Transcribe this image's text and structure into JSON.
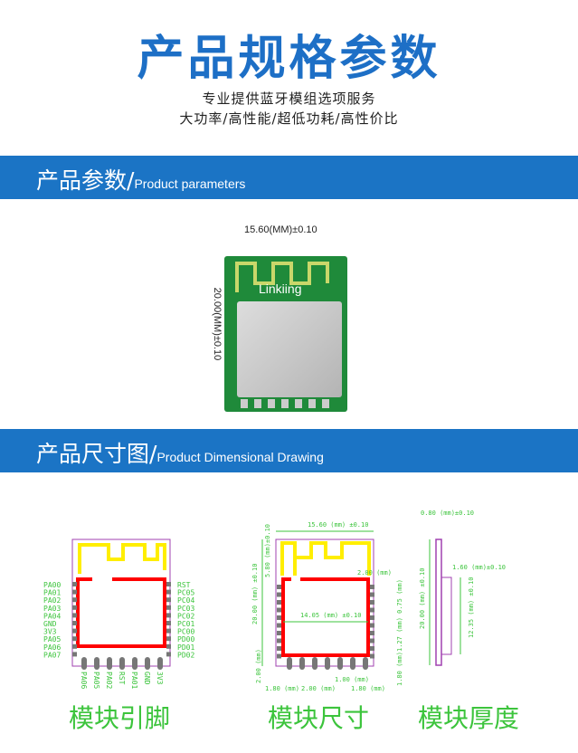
{
  "header": {
    "title": "产品规格参数",
    "line1": "专业提供蓝牙模组选项服务",
    "line2": "大功率/高性能/超低功耗/高性价比"
  },
  "section1": {
    "cn": "产品参数",
    "sep": "/",
    "en": "Product parameters"
  },
  "module": {
    "width_label": "15.60(MM)±0.10",
    "height_label": "20.00(MM)±0.10",
    "brand": "Linkiing"
  },
  "section2": {
    "cn": "产品尺寸图",
    "sep": "/",
    "en": "Product Dimensional Drawing"
  },
  "pinout": {
    "left": [
      "PA00",
      "PA01",
      "PA02",
      "PA03",
      "PA04",
      "GND",
      "3V3",
      "PA05",
      "PA06",
      "PA07"
    ],
    "right": [
      "RST",
      "PC05",
      "PC04",
      "PC03",
      "PC02",
      "PC01",
      "PC00",
      "PD00",
      "PD01",
      "PD02"
    ],
    "bottom": [
      "PA06",
      "PA05",
      "PA02",
      "RST",
      "PA01",
      "GND",
      "3V3"
    ],
    "caption": "模块引脚"
  },
  "dimensions": {
    "width": "15.60 (mm) ±0.10",
    "antenna": "5.80 (mm)±0.10",
    "height": "20.00 (mm) ±0.10",
    "edge": "2.00 (mm)",
    "inner": "14.05 (mm) ±0.10",
    "pitch_top": "0.75 (mm)",
    "pitch": "1.27 (mm)",
    "bottom_gap": "1.80 (mm)",
    "left_margin": "1.80 (mm)",
    "pin_spacing": "2.00 (mm)",
    "pad": "1.00 (mm)",
    "right_margin": "1.80 (mm)",
    "bottom_edge": "2.00 (mm)",
    "caption": "模块尺寸"
  },
  "thickness": {
    "board": "0.80 (mm)±0.10",
    "shield": "1.60 (mm)±0.10",
    "height": "20.00 (mm) ±0.10",
    "shield_height": "12.35 (mm) ±0.10",
    "caption": "模块厚度"
  },
  "colors": {
    "brand": "#1d6fc6",
    "banner": "#1b74c5",
    "dim": "#3cc43c"
  }
}
